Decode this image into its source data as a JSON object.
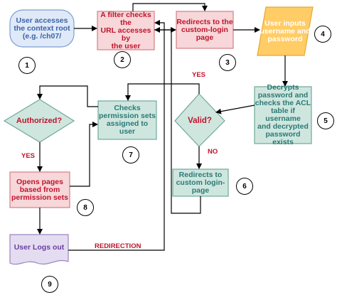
{
  "nodes": {
    "start": "User accesses\nthe context root\n(e.g. /ch07/",
    "filter": "A filter checks the\nURL accesses by\nthe user",
    "redirect_login": "Redirects to the\ncustom-login page",
    "user_inputs": "User inputs\nusername and\npassword",
    "decrypts": "Decrypts\npassword and\nchecks the ACL\ntable if username\nand decrypted\npassword exists",
    "valid": "Valid?",
    "redirect_custom": "Redirects to\ncustom login-page",
    "checks_permission": "Checks\npermission sets\nassigned to user",
    "authorized": "Authorized?",
    "opens_pages": "Opens pages\nbased from\npermission sets",
    "logout": "User Logs out"
  },
  "badges": [
    "1",
    "2",
    "3",
    "4",
    "5",
    "6",
    "7",
    "8",
    "9"
  ],
  "edge_labels": {
    "yes_valid": "YES",
    "no_valid": "NO",
    "yes_authorized": "YES",
    "redirection": "REDIRECTION"
  },
  "colors": {
    "start_fill": "#dfe9f7",
    "start_stroke": "#7b9fd4",
    "pink_fill": "#f7d7d9",
    "pink_stroke": "#d67f86",
    "green_fill": "#cfe6df",
    "green_stroke": "#6fa89a",
    "yellow_fill": "#ffcc66",
    "yellow_stroke": "#e5a932",
    "purple_fill": "#e4dcf0",
    "purple_stroke": "#9a86c2",
    "line": "#000000"
  }
}
